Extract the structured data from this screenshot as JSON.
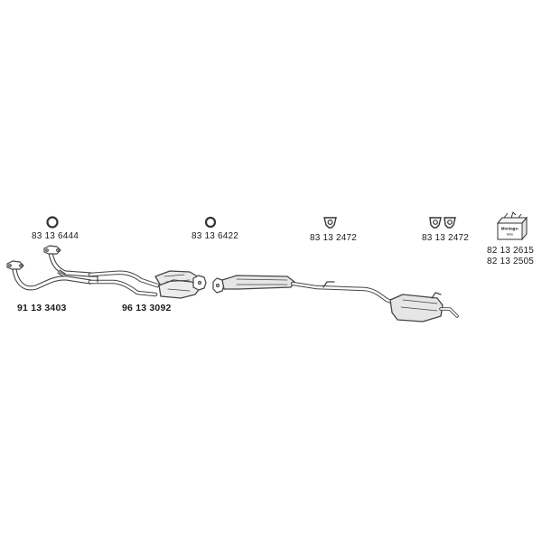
{
  "parts": {
    "front_pipe": "91 13 3403",
    "catalytic_converter": "96 13 3092",
    "gasket_1": "83 13 6444",
    "gasket_2": "83 13 6422",
    "mounting_rubber_1": "83 13 2472",
    "mounting_rubber_2": "83 13 2472",
    "mounting_kit_1": "82 13 2615",
    "mounting_kit_2": "82 13 2505"
  },
  "kit_box_text": {
    "line1": "Montage-",
    "line2": "teile"
  },
  "colors": {
    "stroke": "#444444",
    "fill": "#e8e8e8",
    "text": "#1a1a1a"
  }
}
